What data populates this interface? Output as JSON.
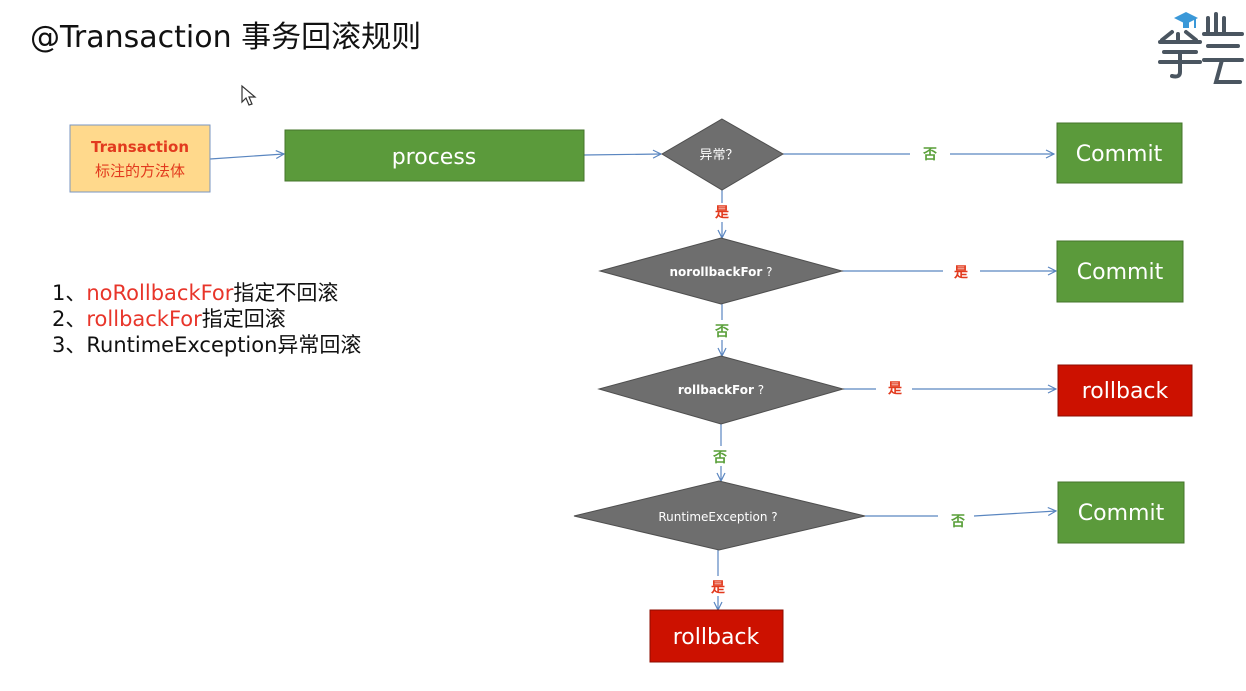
{
  "slide": {
    "title": "@Transaction 事务回滚规则"
  },
  "flow": {
    "start_line1": "Transaction",
    "start_line2": "标注的方法体",
    "process": "process",
    "d1": "异常？",
    "d2_bold": "norollbackFor",
    "d2_q": " ?",
    "d3_bold": "rollbackFor",
    "d3_q": " ?",
    "d4": "RuntimeException  ?",
    "commit1": "Commit",
    "commit2": "Commit",
    "commit3": "Commit",
    "rollback1": "rollback",
    "rollback2": "rollback",
    "yes": "是",
    "no": "否"
  },
  "rules": {
    "r1_num": "1、",
    "r1_key": "noRollbackFor",
    "r1_text": "指定不回滚",
    "r2_num": "2、",
    "r2_key": "rollbackFor",
    "r2_text": "指定回滚",
    "r3_text": "3、RuntimeException异常回滚"
  },
  "colors": {
    "green_box": "#5b9a3b",
    "red_box": "#cc1100",
    "diamond": "#6e6e6e",
    "start_box": "#ffd98c",
    "arrow": "#5a86c0",
    "yes_label": "#e23a1e",
    "no_label": "#5aa03a"
  },
  "icons": {
    "logo": "graduation-cap-logo-icon",
    "cursor": "mouse-pointer-icon"
  }
}
